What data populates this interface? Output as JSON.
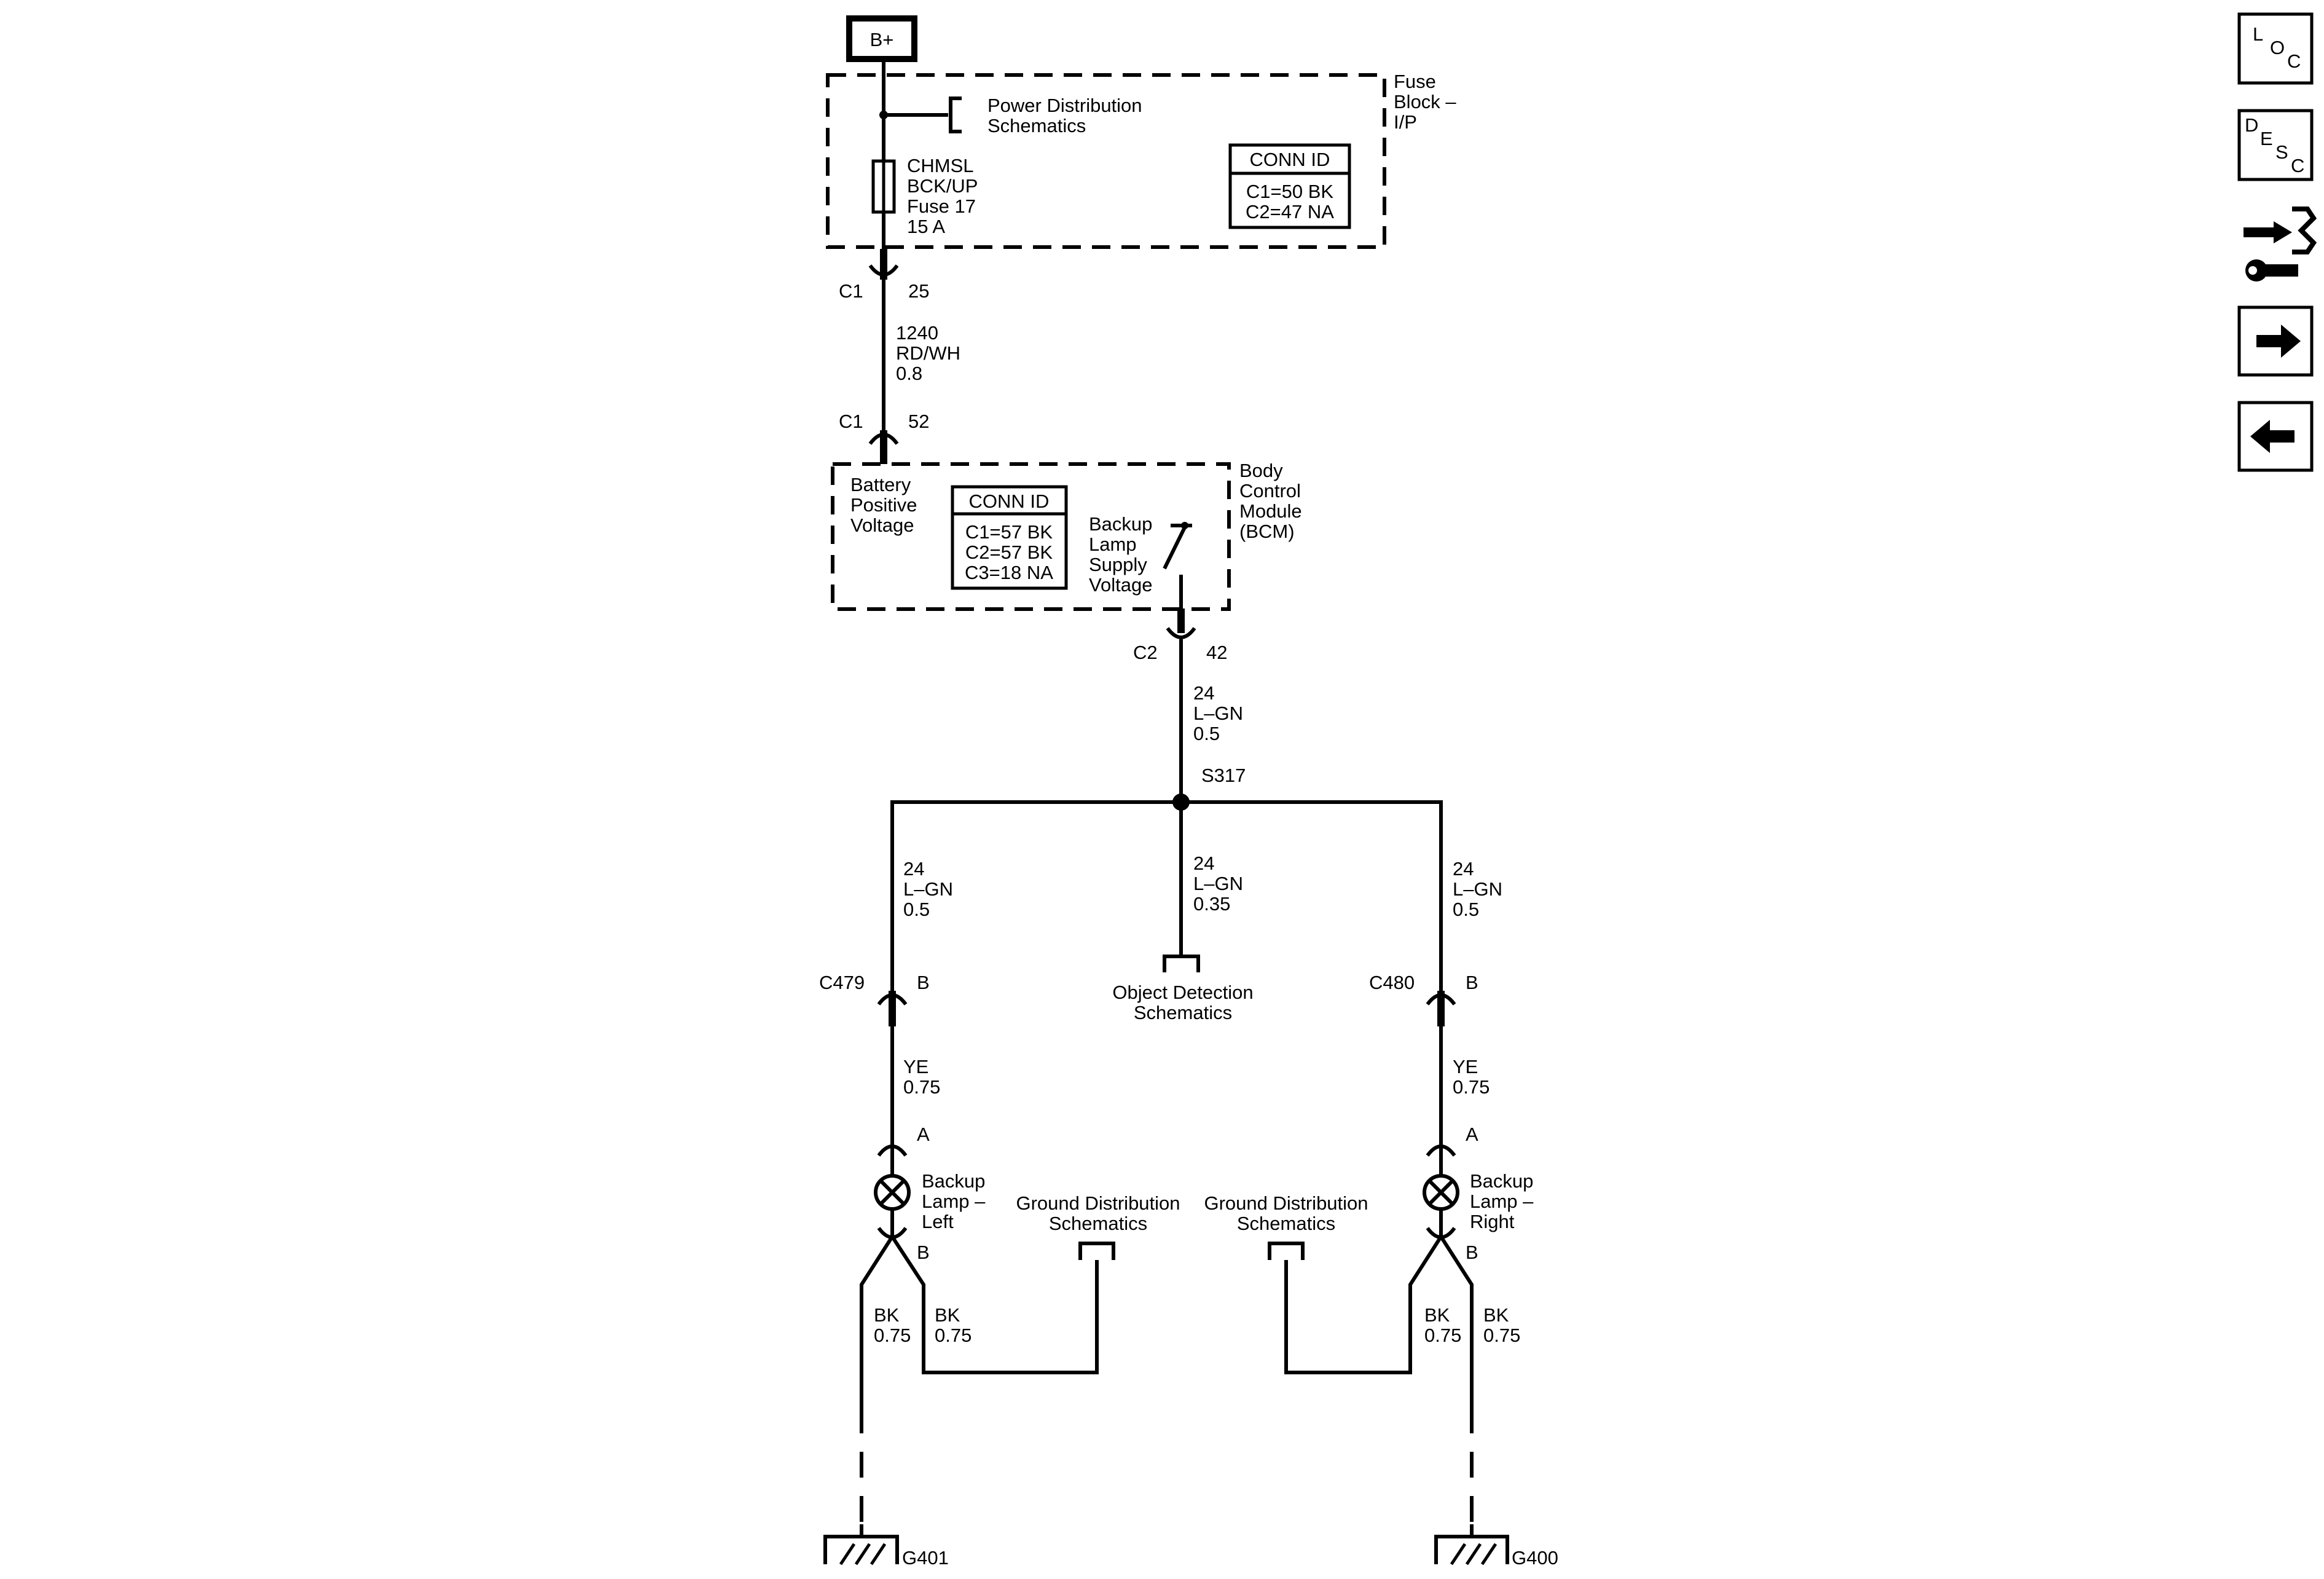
{
  "power": {
    "b_plus": "B+"
  },
  "fuse_block": {
    "title_lines": [
      "Fuse",
      "Block –",
      "I/P"
    ],
    "power_dist_lines": [
      "Power Distribution",
      "Schematics"
    ],
    "fuse_lines": [
      "CHMSL",
      "BCK/UP",
      "Fuse 17",
      "15 A"
    ],
    "conn_title": "CONN ID",
    "conn_lines": [
      "C1=50 BK",
      "C2=47 NA"
    ]
  },
  "wire1": {
    "conn_top": "C1",
    "pin_top": "25",
    "lines": [
      "1240",
      "RD/WH",
      "0.8"
    ],
    "conn_bottom": "C1",
    "pin_bottom": "52"
  },
  "bcm": {
    "title_lines": [
      "Body",
      "Control",
      "Module",
      "(BCM)"
    ],
    "bpv_lines": [
      "Battery",
      "Positive",
      "Voltage"
    ],
    "conn_title": "CONN ID",
    "conn_lines": [
      "C1=57 BK",
      "C2=57 BK",
      "C3=18 NA"
    ],
    "switch_lines": [
      "Backup",
      "Lamp",
      "Supply",
      "Voltage"
    ]
  },
  "wire2": {
    "conn": "C2",
    "pin": "42",
    "lines": [
      "24",
      "L–GN",
      "0.5"
    ]
  },
  "splice": {
    "label": "S317"
  },
  "left_branch": {
    "lines": [
      "24",
      "L–GN",
      "0.5"
    ],
    "conn": "C479",
    "pin": "B",
    "lines2": [
      "YE",
      "0.75"
    ],
    "pin_a": "A"
  },
  "center_branch": {
    "lines": [
      "24",
      "L–GN",
      "0.35"
    ],
    "dest_lines": [
      "Object Detection",
      "Schematics"
    ]
  },
  "right_branch": {
    "lines": [
      "24",
      "L–GN",
      "0.5"
    ],
    "conn": "C480",
    "pin": "B",
    "lines2": [
      "YE",
      "0.75"
    ],
    "pin_a": "A"
  },
  "lamp_left": {
    "lines": [
      "Backup",
      "Lamp –",
      "Left"
    ],
    "pin_b": "B"
  },
  "lamp_right": {
    "lines": [
      "Backup",
      "Lamp –",
      "Right"
    ],
    "pin_b": "B"
  },
  "ground_dist_left": {
    "lines": [
      "Ground Distribution",
      "Schematics"
    ]
  },
  "ground_dist_right": {
    "lines": [
      "Ground Distribution",
      "Schematics"
    ]
  },
  "ground_wires": {
    "left_outer": [
      "BK",
      "0.75"
    ],
    "left_inner": [
      "BK",
      "0.75"
    ],
    "right_inner": [
      "BK",
      "0.75"
    ],
    "right_outer": [
      "BK",
      "0.75"
    ]
  },
  "grounds": {
    "left": "G401",
    "right": "G400"
  },
  "sidebar": {
    "loc": {
      "l": "L",
      "o": "O",
      "c": "C"
    },
    "desc": {
      "d": "D",
      "e": "E",
      "s": "S",
      "c": "C"
    },
    "icons": [
      "connector-tool-icon",
      "arrow-right-icon",
      "arrow-left-icon"
    ]
  }
}
